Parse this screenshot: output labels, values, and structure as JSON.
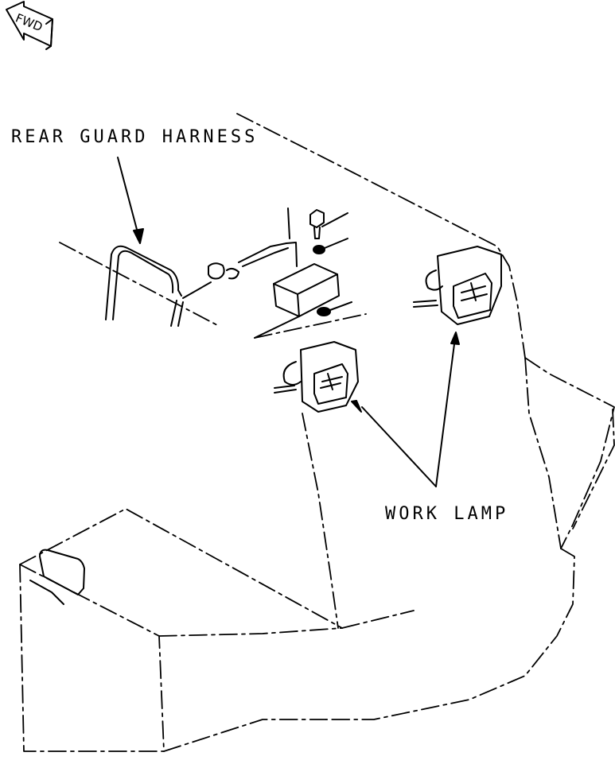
{
  "labels": {
    "rear_guard_harness": "REAR GUARD HARNESS",
    "work_lamp": "WORK LAMP",
    "fwd": "FWD"
  },
  "icons": {
    "direction_arrow": "fwd-arrow-icon"
  },
  "colors": {
    "line": "#000000",
    "background": "#ffffff"
  }
}
